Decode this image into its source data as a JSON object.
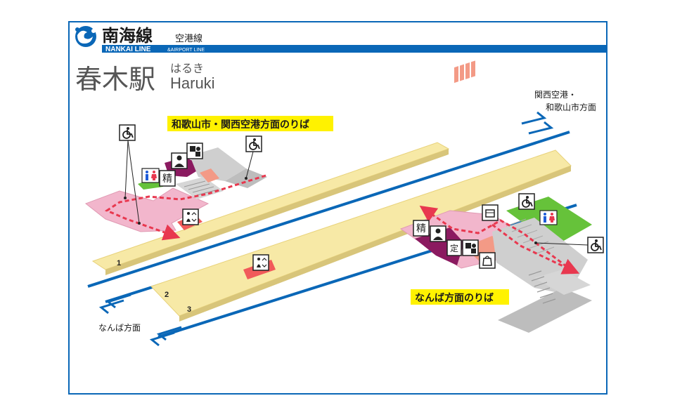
{
  "header": {
    "line_name": "南海線",
    "sub_line": "空港線",
    "line_english": "NANKAI LINE",
    "sub_line_english": "&AIRPORT LINE"
  },
  "station": {
    "name": "春木駅",
    "kana": "はるき",
    "romaji": "Haruki"
  },
  "platforms": {
    "p1": "1",
    "p2": "2",
    "p3": "3",
    "label_wakayama": "和歌山市・関西空港方面のりば",
    "label_namba": "なんば方面のりば"
  },
  "directions": {
    "to_airport_line1": "関西空港・",
    "to_airport_line2": "和歌山市方面",
    "to_namba": "なんば方面"
  },
  "icons": {
    "seisan": "精",
    "teiki": "定"
  },
  "colors": {
    "frame_blue": "#0a67b7",
    "platform_yellow": "#f7e9a6",
    "concourse_pink": "#f2b6cc",
    "ticket_purple": "#8b1a60",
    "toilet_green": "#66c23a",
    "stairs_gray": "#cfcfcf",
    "route_red": "#e8384f",
    "label_yellow": "#fff200"
  }
}
